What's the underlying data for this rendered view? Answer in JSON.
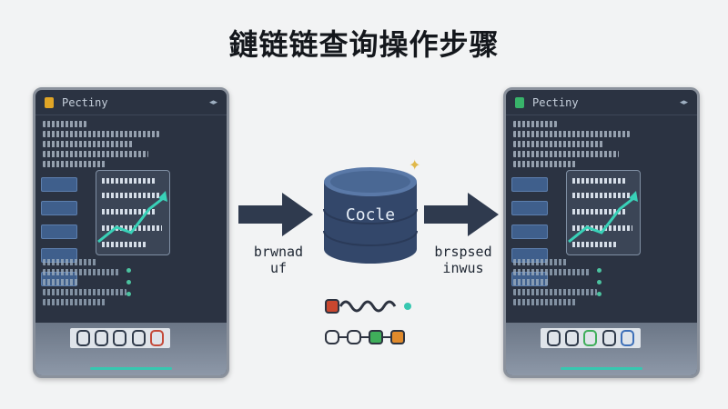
{
  "title": "鏈链链查询操作步骤",
  "left_device": {
    "title": "Pectiny",
    "icon": "doc-icon",
    "icon_color": "#e0a526",
    "nav": "◂▸"
  },
  "right_device": {
    "title": "Pectiny",
    "icon": "doc-icon",
    "icon_color": "#38b36a",
    "nav": "◂▸"
  },
  "database": {
    "label": "Cocle",
    "color": "#3d5478"
  },
  "left_arrow": {
    "line1": "brwnad",
    "line2": "uf"
  },
  "right_arrow": {
    "line1": "brspsed",
    "line2": "inwus"
  },
  "colors": {
    "accent": "#37c7b0",
    "arrow": "#2f3a4e",
    "chart_line": "#39d1b8"
  }
}
